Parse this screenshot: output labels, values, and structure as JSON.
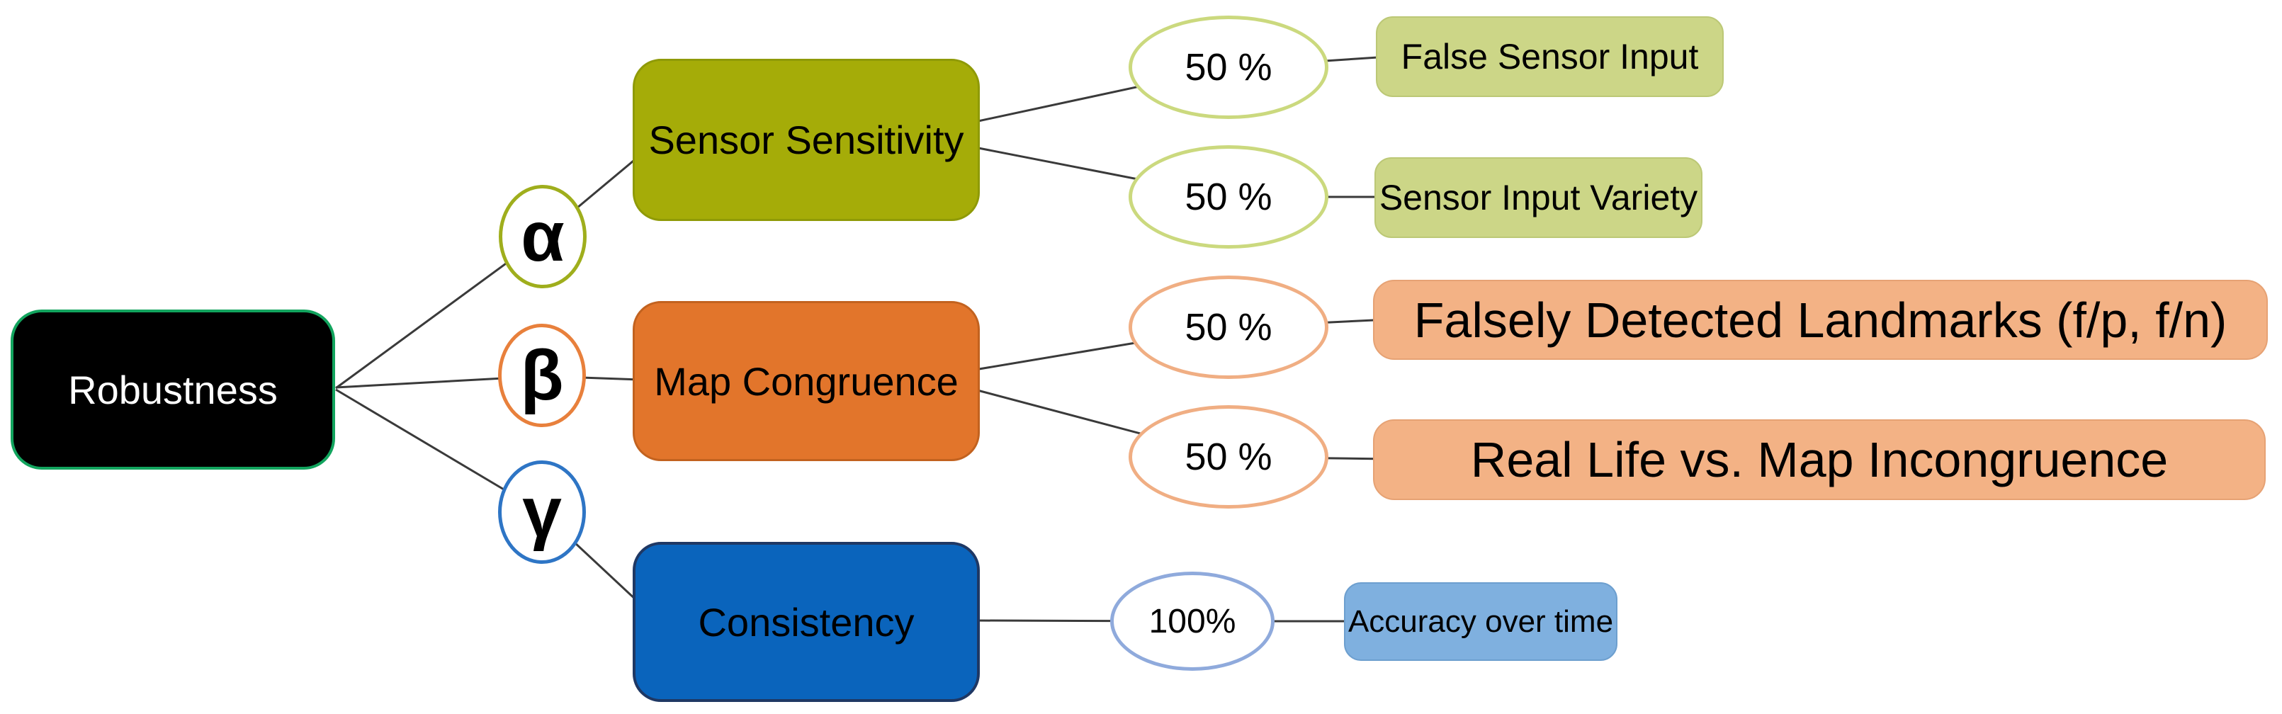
{
  "diagram": {
    "root": {
      "label": "Robustness"
    },
    "branches": [
      {
        "symbol": "α",
        "category": "Sensor Sensitivity",
        "children": [
          {
            "weight": "50 %",
            "label": "False Sensor Input"
          },
          {
            "weight": "50 %",
            "label": "Sensor Input Variety"
          }
        ]
      },
      {
        "symbol": "β",
        "category": "Map Congruence",
        "children": [
          {
            "weight": "50 %",
            "label": "Falsely Detected Landmarks (f/p, f/n)"
          },
          {
            "weight": "50 %",
            "label": "Real Life vs. Map Incongruence"
          }
        ]
      },
      {
        "symbol": "γ",
        "category": "Consistency",
        "children": [
          {
            "weight": "100%",
            "label": "Accuracy over time"
          }
        ]
      }
    ],
    "colors": {
      "line": "#3a3a3a",
      "root_fill": "#000000",
      "root_border": "#12a45e",
      "alpha_border": "#9fae1c",
      "beta_border": "#e8803c",
      "gamma_border": "#2e75c5",
      "sensor_fill": "#a5ac08",
      "sensor_border": "#8f9a07",
      "map_fill": "#e2752b",
      "map_border": "#c2621f",
      "consistency_fill": "#0a64bc",
      "consistency_border": "#1f3864",
      "ellipse_olive": "#cbd97e",
      "ellipse_peach": "#f0ae83",
      "ellipse_blue": "#8faadc",
      "leaf_olive": "#ccd687",
      "leaf_olive_border": "#bcc876",
      "leaf_peach": "#f3b285",
      "leaf_peach_border": "#e6a274",
      "leaf_blue": "#7fb0df",
      "leaf_blue_border": "#6d9fcf"
    }
  }
}
